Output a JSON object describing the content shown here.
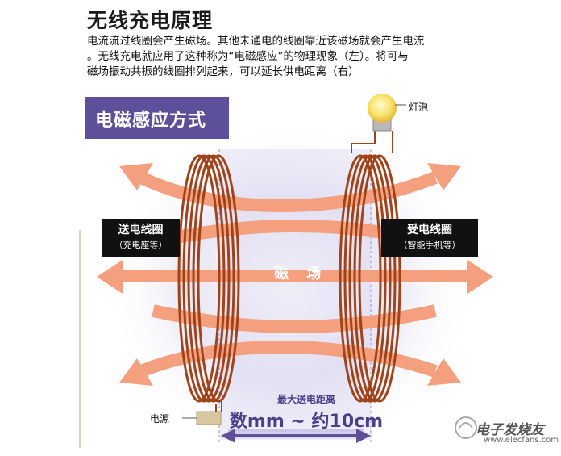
{
  "title": "无线充电原理",
  "description": [
    "电流流过线圈会产生磁场。其他未通电的线圈靠近该磁场就会产生电流",
    "。无线充电就应用了这种称为“电磁感应”的物理现象（左）。将可与",
    "磁场振动共振的线圈排列起来，可以延长供电距离（右）"
  ],
  "method_label": "电磁感应方式",
  "send_coil": {
    "title": "送电线圈",
    "subtitle": "（充电座等）"
  },
  "receive_coil": {
    "title": "受电线圈",
    "subtitle": "（智能手机等）"
  },
  "field_label": "磁 场",
  "bulb_label": "灯泡",
  "power_label": "电源",
  "distance": {
    "title": "最大送电距离",
    "value": "数mm ~ 约10cm"
  },
  "watermark": {
    "cn": "电子发烧友",
    "en": "www.elecfans.com"
  },
  "colors": {
    "arrow": "#f4a07e",
    "coil": "#a04318",
    "purple": "#5d4f99",
    "distance": "#4a3f8a"
  }
}
